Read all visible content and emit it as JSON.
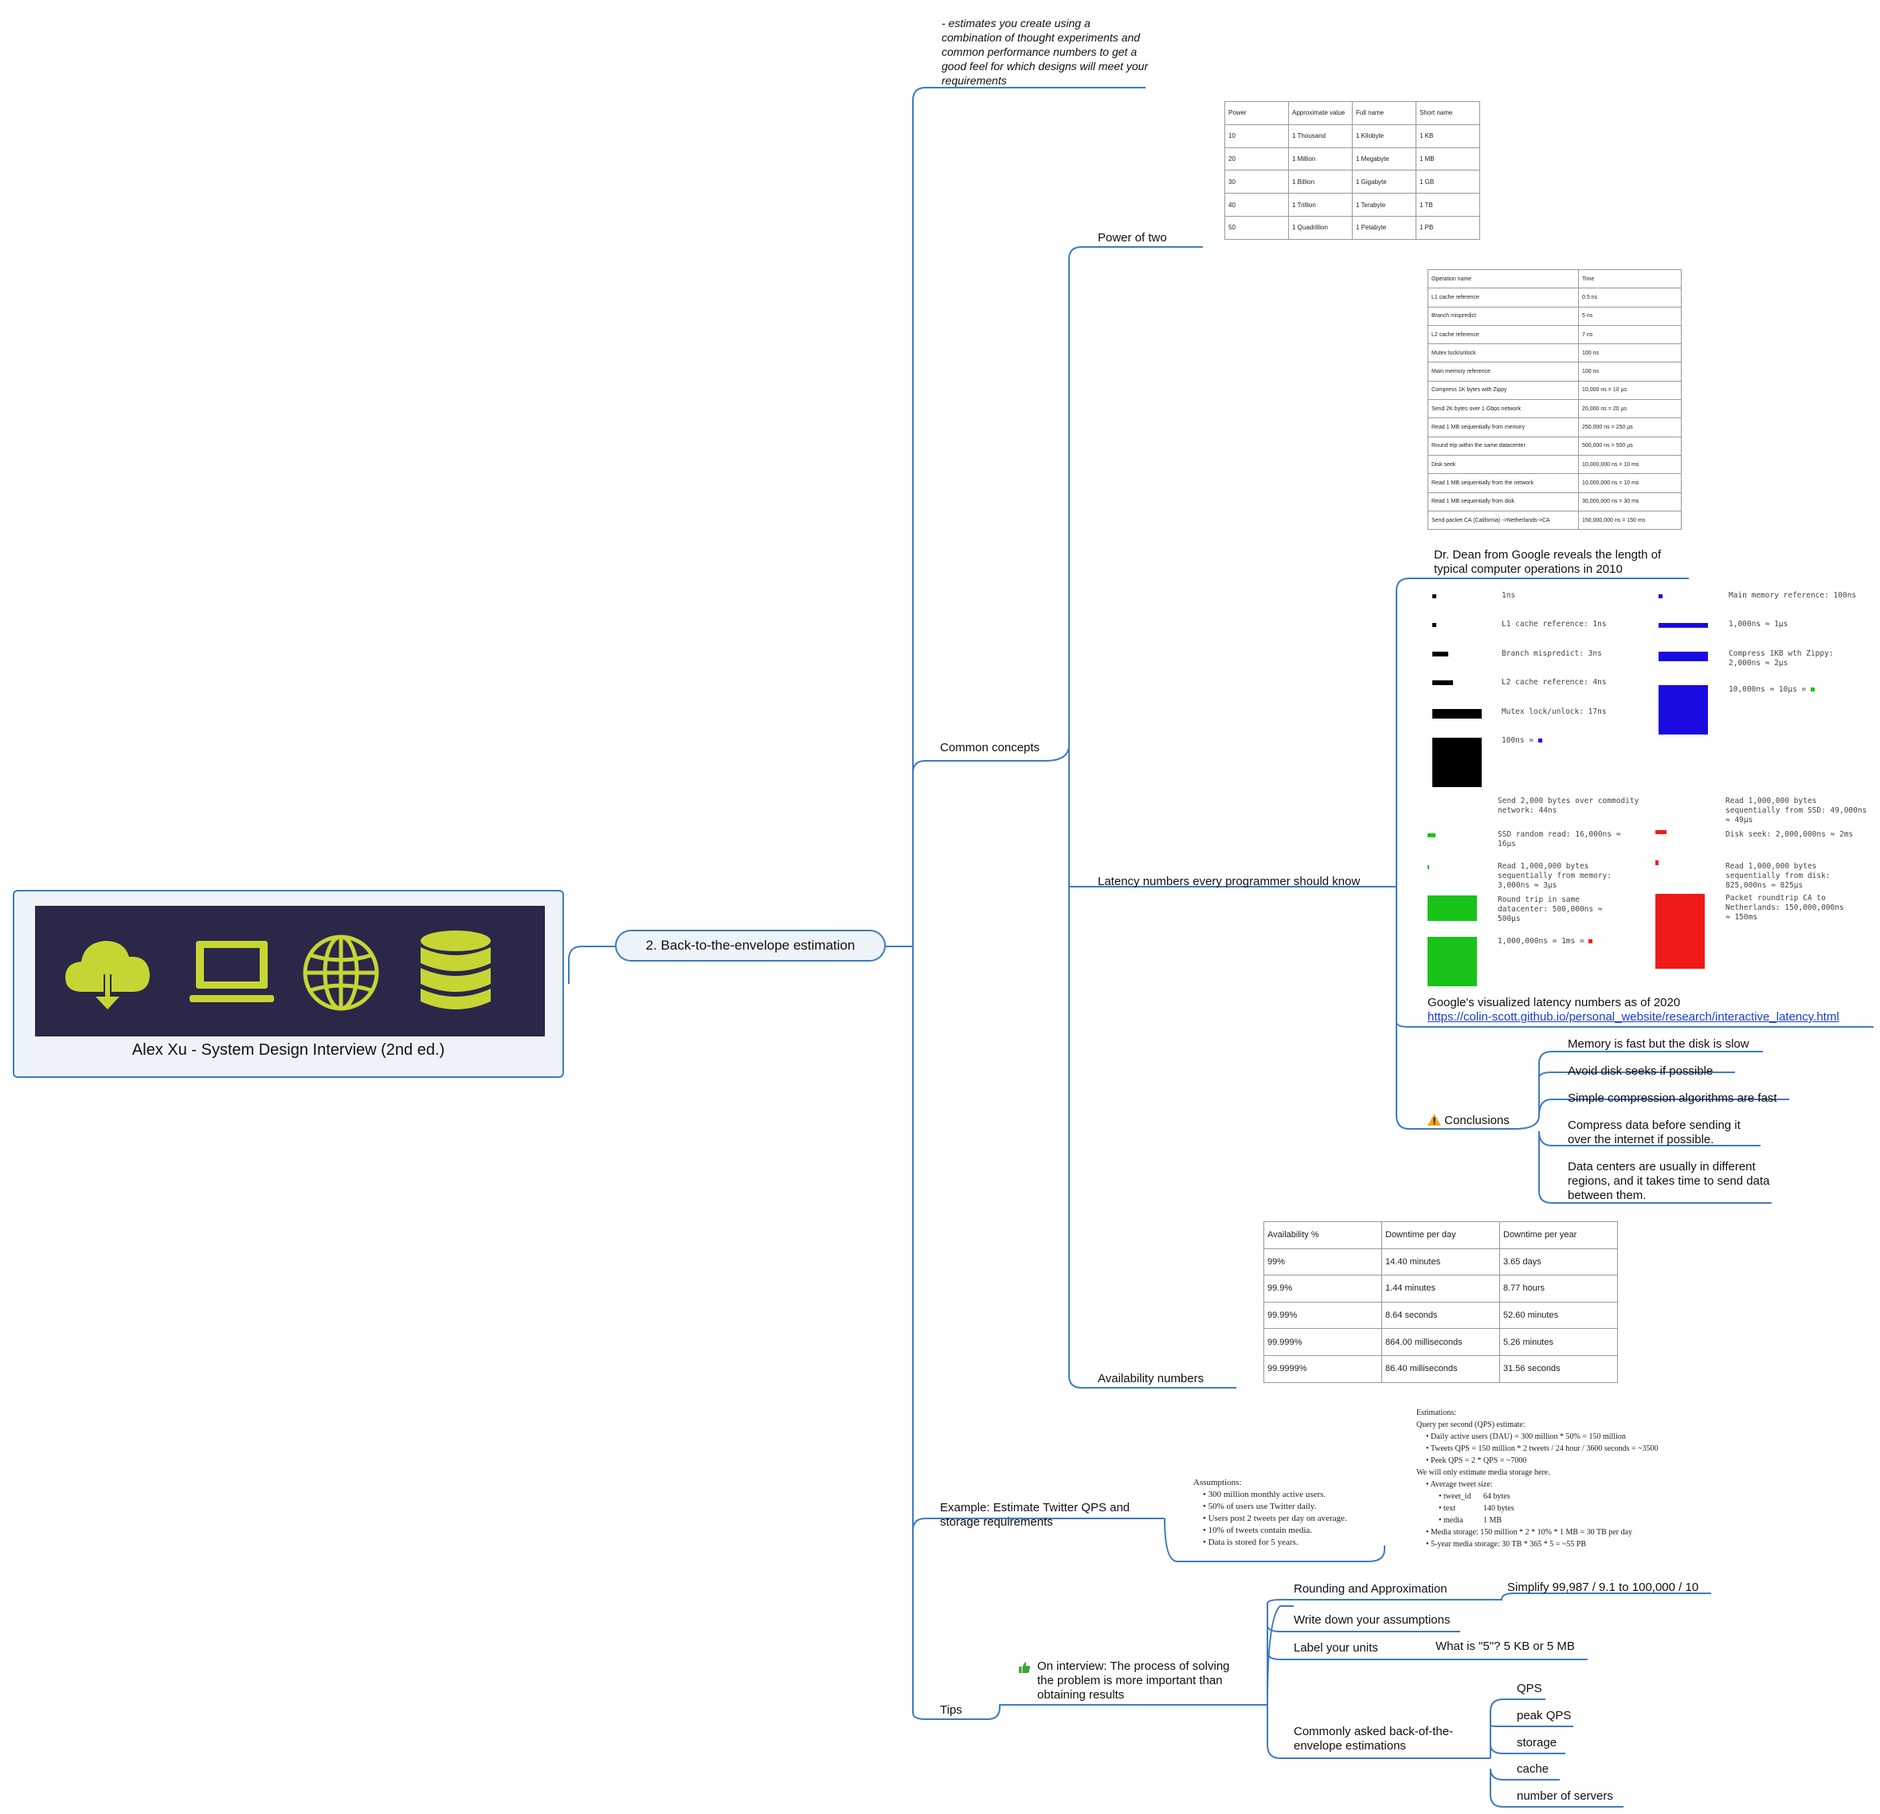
{
  "root": {
    "title": "Alex Xu - System Design Interview (2nd ed.)",
    "banner_icons": [
      "cloud-download-icon",
      "laptop-icon",
      "globe-icon",
      "database-icon"
    ],
    "banner_color": "#2a2749",
    "icon_color": "#c5d634"
  },
  "main_branch": {
    "label": "2. Back-to-the-envelope estimation"
  },
  "intro_note": "- estimates you create using a combination of thought experiments and common performance numbers to get a good feel for which designs will meet your requirements",
  "common_concepts": {
    "label": "Common concepts",
    "power_of_two": {
      "label": "Power of two",
      "headers": [
        "Power",
        "Approximate value",
        "Full name",
        "Short name"
      ],
      "rows": [
        [
          "10",
          "1 Thousand",
          "1 Kilobyte",
          "1 KB"
        ],
        [
          "20",
          "1 Million",
          "1 Megabyte",
          "1 MB"
        ],
        [
          "30",
          "1 Billion",
          "1 Gigabyte",
          "1 GB"
        ],
        [
          "40",
          "1 Trillion",
          "1 Terabyte",
          "1 TB"
        ],
        [
          "50",
          "1 Quadrillion",
          "1 Petabyte",
          "1 PB"
        ]
      ]
    },
    "latency": {
      "label": "Latency numbers every programmer should know",
      "dean_caption": "Dr. Dean from Google reveals the length of typical computer operations in 2010",
      "dean_table": {
        "headers": [
          "Operation name",
          "Time"
        ],
        "rows": [
          [
            "L1 cache reference",
            "0.5 ns"
          ],
          [
            "Branch mispredict",
            "5 ns"
          ],
          [
            "L2 cache reference",
            "7 ns"
          ],
          [
            "Mutex lock/unlock",
            "100 ns"
          ],
          [
            "Main memory reference",
            "100 ns"
          ],
          [
            "Compress 1K bytes with Zippy",
            "10,000 ns = 10 µs"
          ],
          [
            "Send 2K bytes over 1 Gbps network",
            "20,000 ns = 20 µs"
          ],
          [
            "Read 1 MB sequentially from memory",
            "250,000 ns = 250 µs"
          ],
          [
            "Round trip within the same datacenter",
            "500,000 ns = 500 µs"
          ],
          [
            "Disk seek",
            "10,000,000 ns = 10 ms"
          ],
          [
            "Read 1 MB sequentially from the network",
            "10,000,000 ns = 10 ms"
          ],
          [
            "Read 1 MB sequentially from disk",
            "30,000,000 ns = 30 ms"
          ],
          [
            "Send packet CA (California) ->Netherlands->CA",
            "150,000,000 ns = 150 ms"
          ]
        ]
      },
      "viz": {
        "col1": [
          "1ns",
          "L1 cache reference: 1ns",
          "Branch mispredict: 3ns",
          "L2 cache reference: 4ns",
          "Mutex lock/unlock: 17ns",
          "100ns = "
        ],
        "col2": [
          "Main memory reference: 100ns",
          "1,000ns ≈ 1μs",
          "Compress 1KB wth Zippy: 2,000ns ≈ 2μs",
          "10,000ns ≈ 10μs = "
        ],
        "col3": [
          "Send 2,000 bytes over commodity network: 44ns",
          "SSD random read: 16,000ns ≈ 16μs",
          "Read 1,000,000 bytes sequentially from memory: 3,000ns ≈ 3μs",
          "Round trip in same datacenter: 500,000ns ≈ 500μs",
          "1,000,000ns = 1ms = "
        ],
        "col4": [
          "Read 1,000,000 bytes sequentially from SSD: 49,000ns ≈ 49μs",
          "Disk seek: 2,000,000ns ≈ 2ms",
          "Read 1,000,000 bytes sequentially from disk: 825,000ns ≈ 825μs",
          "Packet roundtrip CA to Netherlands: 150,000,000ns ≈ 150ms"
        ],
        "colors": {
          "black": "#000000",
          "blue": "#1a0be0",
          "green": "#19c319",
          "red": "#f01a1a"
        }
      },
      "google_caption": "Google's visualized latency numbers as of 2020",
      "google_link": "https://colin-scott.github.io/personal_website/research/interactive_latency.html",
      "conclusions": {
        "label": "Conclusions",
        "icon": "warning-icon",
        "items": [
          "Memory is fast but the disk is slow",
          "Avoid disk seeks if possible",
          "Simple compression algorithms are fast",
          "Compress data before sending it over the internet if possible.",
          "Data centers are usually in different regions, and it takes time to send data between them."
        ]
      }
    },
    "availability": {
      "label": "Availability numbers",
      "headers": [
        "Availability %",
        "Downtime per day",
        "Downtime per year"
      ],
      "rows": [
        [
          "99%",
          "14.40 minutes",
          "3.65 days"
        ],
        [
          "99.9%",
          "1.44 minutes",
          "8.77 hours"
        ],
        [
          "99.99%",
          "8.64 seconds",
          "52.60 minutes"
        ],
        [
          "99.999%",
          "864.00 milliseconds",
          "5.26 minutes"
        ],
        [
          "99.9999%",
          "86.40 milliseconds",
          "31.56 seconds"
        ]
      ]
    }
  },
  "example": {
    "label": "Example: Estimate Twitter QPS and storage requirements",
    "assumptions_title": "Assumptions:",
    "assumptions": [
      "300 million monthly active users.",
      "50% of users use Twitter daily.",
      "Users post 2 tweets per day on average.",
      "10% of tweets contain media.",
      "Data is stored for 5 years."
    ],
    "estimations_title": "Estimations:",
    "qps_title": "Query per second (QPS) estimate:",
    "qps": [
      "Daily active users (DAU) = 300 million * 50% = 150 million",
      "Tweets QPS = 150 million * 2 tweets / 24 hour / 3600 seconds = ~3500",
      "Peek QPS = 2 * QPS = ~7000"
    ],
    "media_note": "We will only estimate media storage here.",
    "tweet_size_title": "Average tweet size:",
    "tweet_size": [
      {
        "name": "tweet_id",
        "value": "64 bytes"
      },
      {
        "name": "text",
        "value": "140 bytes"
      },
      {
        "name": "media",
        "value": "1 MB"
      }
    ],
    "storage": [
      "Media storage: 150 million * 2 * 10% * 1 MB = 30 TB per day",
      "5-year media storage: 30 TB * 365 * 5 = ~55 PB"
    ]
  },
  "tips": {
    "label": "Tips",
    "interview_note": "On interview: The process of solving the problem is more important than obtaining results",
    "interview_icon": "thumbs-up-icon",
    "items": [
      {
        "label": "Rounding and Approximation",
        "detail": "Simplify 99,987 / 9.1 to 100,000 / 10"
      },
      {
        "label": "Write down your assumptions"
      },
      {
        "label": "Label your units",
        "detail": "What is \"5\"? 5 KB or 5 MB"
      }
    ],
    "common": {
      "label": "Commonly asked back-of-the-envelope estimations",
      "items": [
        "QPS",
        "peak QPS",
        "storage",
        "cache",
        "number of servers"
      ]
    }
  },
  "colors": {
    "line": "#3f7cc0",
    "card_bg": "#edf3f9",
    "link": "#1a3bd6"
  }
}
